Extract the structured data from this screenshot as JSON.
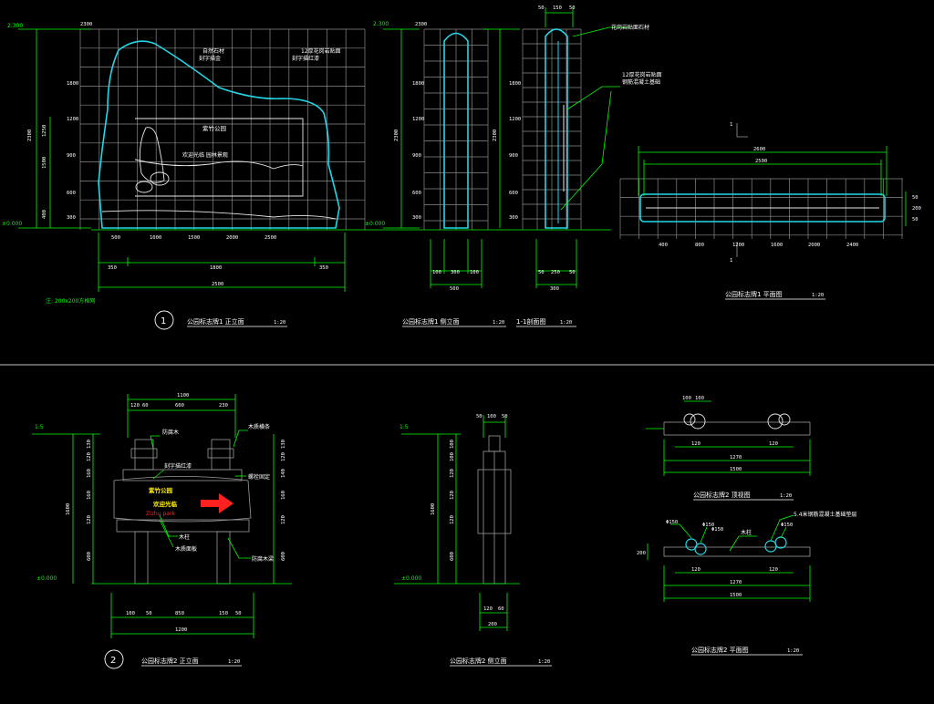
{
  "sheet": {
    "background": "#000000",
    "colors": {
      "dimension": "#00ff00",
      "outline": "#22d8e8",
      "grid": "#8a8a8a",
      "arrow": "#ff2020",
      "sign_text": "#ffee00"
    }
  },
  "top": {
    "front": {
      "level_top": "2.300",
      "level_base": "±0.000",
      "height_left": "2300",
      "heights": [
        "1500",
        "1250",
        "400"
      ],
      "top_label": "2300",
      "grid_labels_bottom": [
        "500",
        "1000",
        "1500",
        "2000",
        "2500"
      ],
      "grid_labels_left": [
        "1800",
        "1200",
        "900",
        "600",
        "300"
      ],
      "dims": [
        "350",
        "1800",
        "350"
      ],
      "total": "2500",
      "carved_text": "紫竹公园",
      "carved_sub": "欢迎光临 园林景观",
      "callouts": [
        "自然石材",
        "刻字描金",
        "12厚花岗岩贴面",
        "刻字描红漆"
      ],
      "note": "注: 200x200方格网",
      "circle_no": "1",
      "title": "公园标志牌1  正立面",
      "scale": "1:20"
    },
    "side": {
      "level_top": "2.300",
      "level_base": "±0.000",
      "height": "2300",
      "top_label": "2300",
      "grid_labels_left": [
        "1800",
        "1200",
        "900",
        "600",
        "300"
      ],
      "dims": [
        "100",
        "300",
        "100"
      ],
      "total": "500",
      "title": "公园标志牌1  侧立面",
      "scale": "1:20"
    },
    "section": {
      "height": "2300",
      "top_dims": [
        "50",
        "150",
        "50"
      ],
      "dims": [
        "50",
        "250",
        "50"
      ],
      "total": "300",
      "grid_labels_left": [
        "1800",
        "1200",
        "900",
        "600",
        "300"
      ],
      "callouts": [
        "花岗岩贴面石材",
        "12厚花岗岩贴面",
        "钢筋混凝土基础"
      ],
      "title": "1-1剖面图",
      "scale": "1:20"
    },
    "plan": {
      "dim_top_outer": "2600",
      "dim_top_inner": "2500",
      "marker": "1",
      "marker_bottom": "1",
      "side_dims": [
        "50",
        "200",
        "50"
      ],
      "grid_labels_bottom": [
        "400",
        "800",
        "1200",
        "1600",
        "2000",
        "2400"
      ],
      "title": "公园标志牌1  平面图",
      "scale": "1:20"
    }
  },
  "bottom": {
    "front": {
      "level_top": "1.5",
      "level_base": "±0.000",
      "top_dims": [
        "120",
        "60",
        "600",
        "230"
      ],
      "top_total": "1100",
      "right_dims": [
        "130",
        "120",
        "140",
        "160",
        "120",
        "600"
      ],
      "left_dims": [
        "130",
        "120",
        "160",
        "160",
        "120",
        "600"
      ],
      "height_left": "1600",
      "sign_text_1": "紫竹公园",
      "sign_text_2": "欢迎光临",
      "sign_text_3": "Zizhu park",
      "callouts": [
        "防腐木",
        "木质横条",
        "螺栓固定",
        "刻字描红漆",
        "木柱",
        "木质面板",
        "防腐木梁"
      ],
      "bottom_dims": [
        "100",
        "50",
        "850",
        "150",
        "50"
      ],
      "total": "1200",
      "circle_no": "2",
      "title": "公园标志牌2  正立面",
      "scale": "1:20"
    },
    "side": {
      "level_top": "1.5",
      "level_base": "±0.000",
      "top_dims": [
        "50",
        "100",
        "50"
      ],
      "right_dims": [
        "100",
        "100",
        "120",
        "120",
        "120",
        "600"
      ],
      "height": "1600",
      "bottom_dims": [
        "120",
        "60"
      ],
      "total": "200",
      "title": "公园标志牌2  侧立面",
      "scale": "1:20"
    },
    "top_view": {
      "top_dims": [
        "100",
        "100"
      ],
      "dims": [
        "120",
        "120"
      ],
      "mid": "1270",
      "total": "1500",
      "title": "公园标志牌2  顶视图",
      "scale": "1:20"
    },
    "plan": {
      "labels": [
        "Φ150",
        "Φ150",
        "Φ150",
        "Φ150"
      ],
      "callouts": [
        "木柱",
        "5.4米钢筋混凝土基础垫层"
      ],
      "side": "200",
      "dims": [
        "120",
        "120"
      ],
      "mid": "1270",
      "total": "1500",
      "title": "公园标志牌2  平面图",
      "scale": "1:20"
    }
  }
}
